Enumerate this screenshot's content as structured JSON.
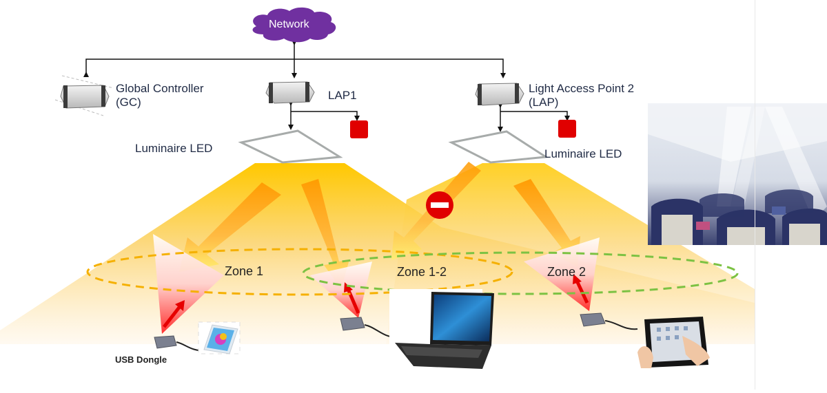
{
  "diagram": {
    "title": "Light-based network architecture with zones",
    "network": {
      "label": "Network",
      "color": "#7030a0"
    },
    "controllers": [
      {
        "id": "gc",
        "label_line1": "Global Controller",
        "label_line2": "(GC)"
      },
      {
        "id": "lap1",
        "label_line1": "LAP1",
        "label_line2": ""
      },
      {
        "id": "lap2",
        "label_line1": "Light Access Point 2",
        "label_line2": "(LAP)"
      }
    ],
    "luminaires": [
      {
        "id": "lum1",
        "label": "Luminaire LED"
      },
      {
        "id": "lum2",
        "label": "Luminaire LED"
      }
    ],
    "zones": [
      {
        "id": "zone1",
        "label": "Zone 1",
        "color": "#f5b800"
      },
      {
        "id": "zone12",
        "label": "Zone 1-2",
        "color": "#f5b800"
      },
      {
        "id": "zone2",
        "label": "Zone 2",
        "color": "#7cc243"
      }
    ],
    "devices": [
      {
        "id": "phone",
        "label": "USB Dongle",
        "type": "smartphone"
      },
      {
        "id": "laptop",
        "label": "",
        "type": "laptop"
      },
      {
        "id": "tablet",
        "label": "",
        "type": "tablet"
      }
    ],
    "icons": {
      "blocked": "no-entry-icon",
      "uplink_module": "red-square-module"
    },
    "colors": {
      "light_cone": "#ffcc00",
      "downlink_arrow": "#ff9900",
      "uplink_arrow": "#e60000",
      "module": "#e00000"
    }
  }
}
